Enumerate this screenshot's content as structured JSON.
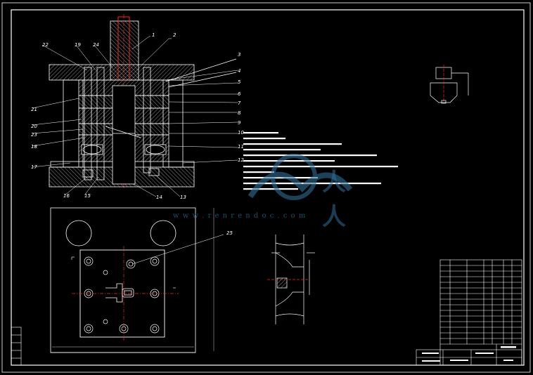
{
  "drawing": {
    "part_labels": [
      {
        "id": "p1",
        "text": "1"
      },
      {
        "id": "p2",
        "text": "2"
      },
      {
        "id": "p3",
        "text": "3"
      },
      {
        "id": "p4",
        "text": "4"
      },
      {
        "id": "p5",
        "text": "5"
      },
      {
        "id": "p6",
        "text": "6"
      },
      {
        "id": "p7",
        "text": "7"
      },
      {
        "id": "p8",
        "text": "8"
      },
      {
        "id": "p9",
        "text": "9"
      },
      {
        "id": "p10",
        "text": "10"
      },
      {
        "id": "p11",
        "text": "11"
      },
      {
        "id": "p12",
        "text": "12"
      },
      {
        "id": "p13",
        "text": "13"
      },
      {
        "id": "p14",
        "text": "14"
      },
      {
        "id": "p15",
        "text": "15"
      },
      {
        "id": "p16",
        "text": "16"
      },
      {
        "id": "p17",
        "text": "17"
      },
      {
        "id": "p18",
        "text": "18"
      },
      {
        "id": "p19",
        "text": "19"
      },
      {
        "id": "p20",
        "text": "20"
      },
      {
        "id": "p21",
        "text": "21"
      },
      {
        "id": "p22",
        "text": "22"
      },
      {
        "id": "p23",
        "text": "23"
      },
      {
        "id": "p24",
        "text": "24"
      },
      {
        "id": "p25",
        "text": "25"
      }
    ],
    "watermark": {
      "logo_glyph": "人人",
      "url": "w w w . r e n r e n d o c . c o m"
    },
    "colors": {
      "line": "#ffffff",
      "accent_red": "#ff2020",
      "hatch": "#cfcfcf",
      "watermark": "#2f6f96"
    }
  }
}
